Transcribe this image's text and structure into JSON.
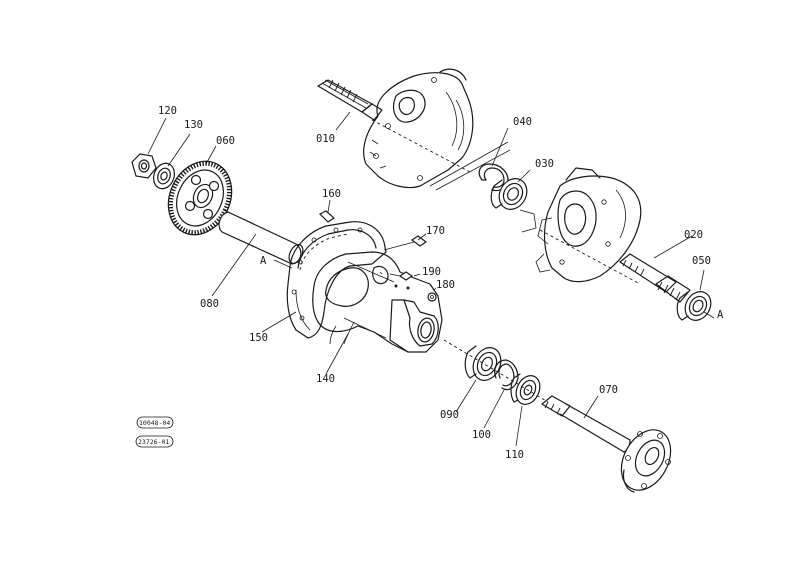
{
  "parts": [
    {
      "id": "010"
    },
    {
      "id": "020"
    },
    {
      "id": "030"
    },
    {
      "id": "040"
    },
    {
      "id": "050"
    },
    {
      "id": "060"
    },
    {
      "id": "070"
    },
    {
      "id": "080"
    },
    {
      "id": "090"
    },
    {
      "id": "100"
    },
    {
      "id": "110"
    },
    {
      "id": "120"
    },
    {
      "id": "130"
    },
    {
      "id": "140"
    },
    {
      "id": "150"
    },
    {
      "id": "160"
    },
    {
      "id": "170"
    },
    {
      "id": "180"
    },
    {
      "id": "190"
    }
  ],
  "markers": {
    "view_a_left": "A",
    "view_a_right": "A"
  },
  "references": {
    "ref_1": "10048-04",
    "ref_2": "23726-01"
  }
}
